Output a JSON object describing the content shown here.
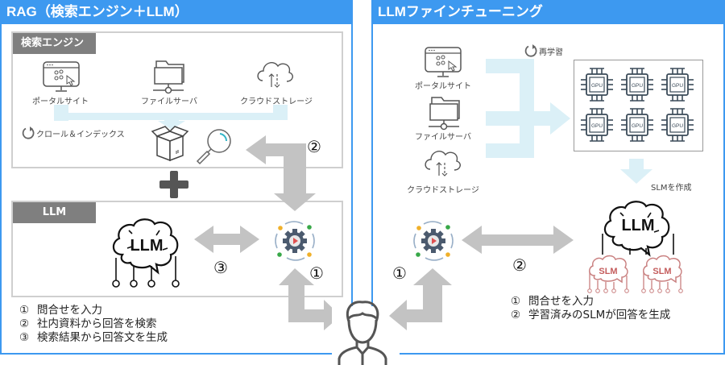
{
  "left_panel": {
    "title": "RAG（検索エンジン＋LLM）",
    "search_engine_box": {
      "label": "検索エンジン",
      "sources": [
        {
          "label": "ポータルサイト",
          "icon": "portal-site-icon"
        },
        {
          "label": "ファイルサーバ",
          "icon": "file-server-icon"
        },
        {
          "label": "クラウドストレージ",
          "icon": "cloud-storage-icon"
        }
      ],
      "crawl_label": "クロール＆インデックス"
    },
    "llm_box": {
      "label": "LLM",
      "brain_text": "LLM"
    },
    "step_markers": {
      "one": "①",
      "two": "②",
      "three": "③"
    },
    "steps": [
      {
        "num": "①",
        "text": "問合せを入力"
      },
      {
        "num": "②",
        "text": "社内資料から回答を検索"
      },
      {
        "num": "③",
        "text": "検索結果から回答文を生成"
      }
    ]
  },
  "right_panel": {
    "title": "LLMファインチューニング",
    "sources": [
      {
        "label": "ポータルサイト",
        "icon": "portal-site-icon"
      },
      {
        "label": "ファイルサーバ",
        "icon": "file-server-icon"
      },
      {
        "label": "クラウドストレージ",
        "icon": "cloud-storage-icon"
      }
    ],
    "retrain_label": "再学習",
    "gpu_label": "GPU",
    "gpu_count": 6,
    "create_slm_label": "SLMを作成",
    "brain_text": "LLM",
    "slm_text": "SLM",
    "step_markers": {
      "one": "①",
      "two": "②"
    },
    "steps": [
      {
        "num": "①",
        "text": "問合せを入力"
      },
      {
        "num": "②",
        "text": "学習済みのSLMが回答を生成"
      }
    ]
  },
  "colors": {
    "panel_border": "#3d99f0",
    "label_gray": "#7f7f7f",
    "arrow_gray": "#c3c3c3",
    "flow_light_blue": "#dbf0f7",
    "slm_red": "#c98080",
    "accent_teal": "#33b5c7"
  }
}
